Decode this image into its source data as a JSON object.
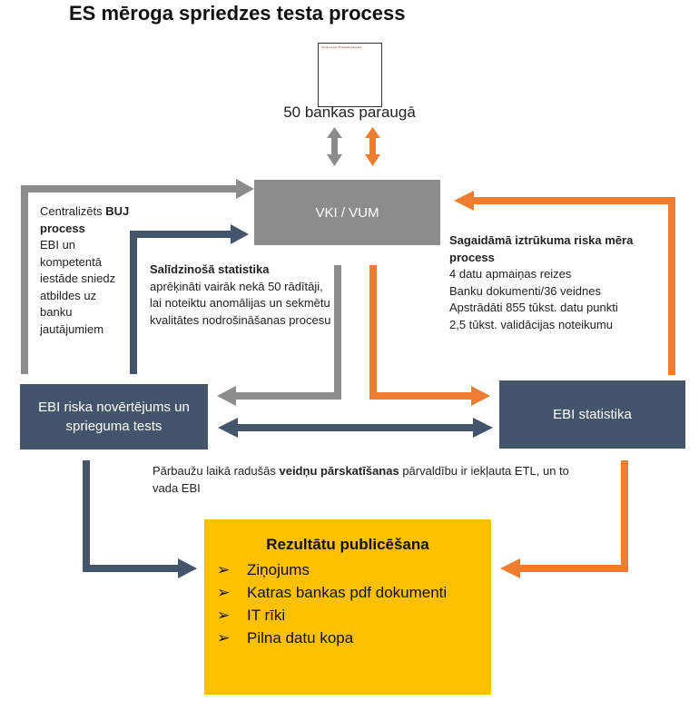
{
  "title": "ES mēroga spriedzes testa process",
  "thumbnail_caption": "Ziņojums par 50 bankas paraugā",
  "sample_label": "50 bankas paraugā",
  "boxes": {
    "vki": "VKI / VUM",
    "ebi_risk": "EBI riska novērtējums un sprieguma tests",
    "ebi_stat": "EBI statistika"
  },
  "buj": {
    "prefix": "Centralizēts ",
    "bold": "BUJ process",
    "body": "EBI un kompetentā iestāde sniedz atbildes uz banku jautājumiem"
  },
  "salidz": {
    "heading": "Salīdzinošā statistika",
    "body": "aprēķināti vairāk nekā 50 rādītāji, lai noteiktu anomālijas un sekmētu kvalitātes nodrošināšanas procesu"
  },
  "sagaid": {
    "heading": "Sagaidāmā iztrūkuma riska mēra process",
    "lines": [
      "4 datu apmaiņas reizes",
      "Banku dokumenti/36 veidnes",
      "Apstrādāti 855 tūkst. datu punkti",
      "2,5 tūkst. validācijas noteikumu"
    ]
  },
  "review_note": {
    "before": "Pārbaužu laikā radušās ",
    "bold": "veidņu pārskatīšanas",
    "after": " pārvaldību ir iekļauta ETL, un to vada EBI"
  },
  "results": {
    "title": "Rezultātu publicēšana",
    "marker": "➢",
    "items": [
      "Ziņojums",
      "Katras bankas pdf dokumenti",
      "IT rīki",
      "Pilna datu kopa"
    ]
  },
  "colors": {
    "gray": "#8c8c8c",
    "orange": "#ed7d31",
    "navy": "#44546a",
    "yellow": "#ffc000"
  }
}
